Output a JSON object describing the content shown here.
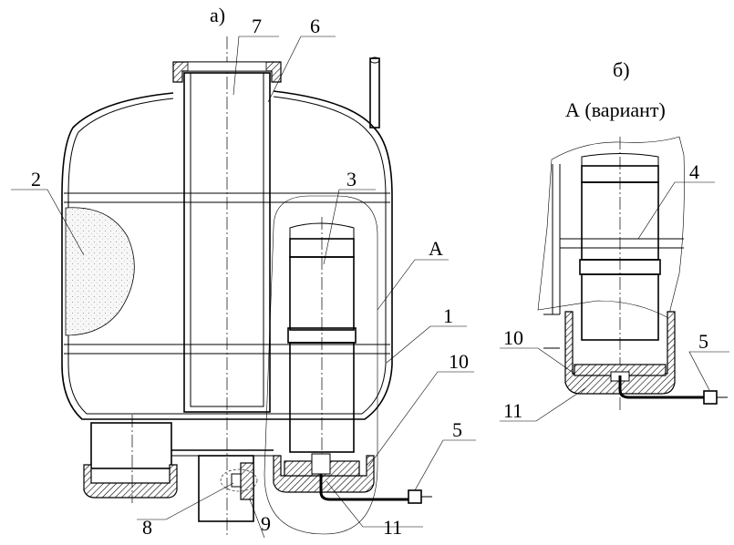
{
  "views": {
    "a": {
      "label": "а)"
    },
    "b": {
      "label": "б)",
      "title": "А (вариант)"
    }
  },
  "labels": {
    "n1": "1",
    "n2": "2",
    "n3": "3",
    "n4": "4",
    "n5": "5",
    "n6": "6",
    "n7": "7",
    "n8": "8",
    "n9": "9",
    "n10": "10",
    "n11": "11",
    "nA": "A",
    "n5b": "5",
    "n10b": "10",
    "n11b": "11"
  }
}
